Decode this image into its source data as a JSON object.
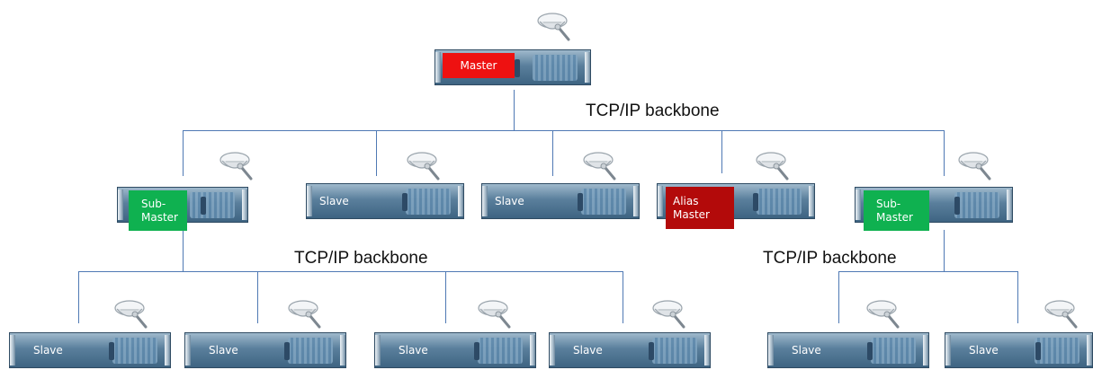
{
  "diagram": {
    "master": {
      "label": "Master"
    },
    "sub_master_1": {
      "label_line1": "Sub-",
      "label_line2": "Master"
    },
    "sub_master_2": {
      "label_line1": "Sub-",
      "label_line2": "Master"
    },
    "alias_master": {
      "label_line1": "Alias",
      "label_line2": "Master"
    },
    "bus_labels": {
      "top": "TCP/IP backbone",
      "left": "TCP/IP backbone",
      "right": "TCP/IP backbone"
    },
    "slaves": {
      "mid_1": "Slave",
      "mid_2": "Slave",
      "bottom_1": "Slave",
      "bottom_2": "Slave",
      "bottom_3": "Slave",
      "bottom_4": "Slave",
      "bottom_5": "Slave",
      "bottom_6": "Slave"
    },
    "colors": {
      "master": "#ee1111",
      "alias_master": "#b30a0a",
      "sub_master": "#0fb150",
      "backbone_line": "#4f79b4"
    },
    "icons": [
      "satellite-dish-icon",
      "rack-server-icon"
    ]
  }
}
